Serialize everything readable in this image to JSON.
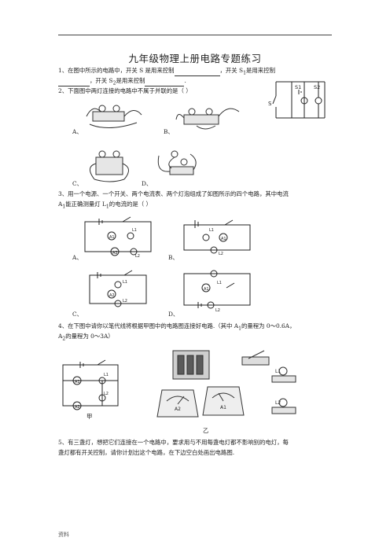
{
  "doc": {
    "title": "九年级物理上册电路专题练习",
    "footer": "资料"
  },
  "q1": {
    "part1": "1、在图中所示的电路中，开关 S 是用来控制",
    "part2": "，开关 S",
    "sub1": "1",
    "part3": "是用来控制",
    "part4": "，开关 S",
    "sub2": "2",
    "part5": "是用来控制",
    "end": "."
  },
  "q2": {
    "text": "2、下面图中两灯连接的电路中不属于并联的是（      ）",
    "options": [
      "A、",
      "B、",
      "C、",
      "D、"
    ]
  },
  "q3": {
    "line1": "3、用一个电源、一个开关、两个电流表、两个灯泡组成了如图所示的四个电路，其中电流",
    "line2a": "A",
    "line2sub": "1",
    "line2b": "能正确测量灯 L",
    "line2sub2": "1",
    "line2c": "的电流的是（      ）",
    "options": [
      "A、",
      "B、",
      "C、",
      "D、"
    ]
  },
  "q4": {
    "line1a": "4、在下图中请你以笔代线将根据甲图中的电路图连接好电路.（其中 A",
    "line1sub": "1",
    "line1b": "的量程为 0～0.6A，",
    "line2a": "A",
    "line2sub": "2",
    "line2b": "的量程为 0～3A）",
    "label_jia": "甲",
    "label_yi": "乙"
  },
  "q5": {
    "line1": "5、有三盏灯，想把它们连接在一个电路中，要求用与不用每盏电灯都不影响别的电灯，每",
    "line2": "盏灯都有开关控制，请你计划出这个电路，在下边空白处画出电路图."
  },
  "circuit_labels": {
    "s": "S",
    "s1": "S1",
    "s2": "S2",
    "l1": "L1",
    "l2": "L2",
    "a1": "A1",
    "a2": "A2",
    "plus": "+",
    "minus": "-"
  }
}
